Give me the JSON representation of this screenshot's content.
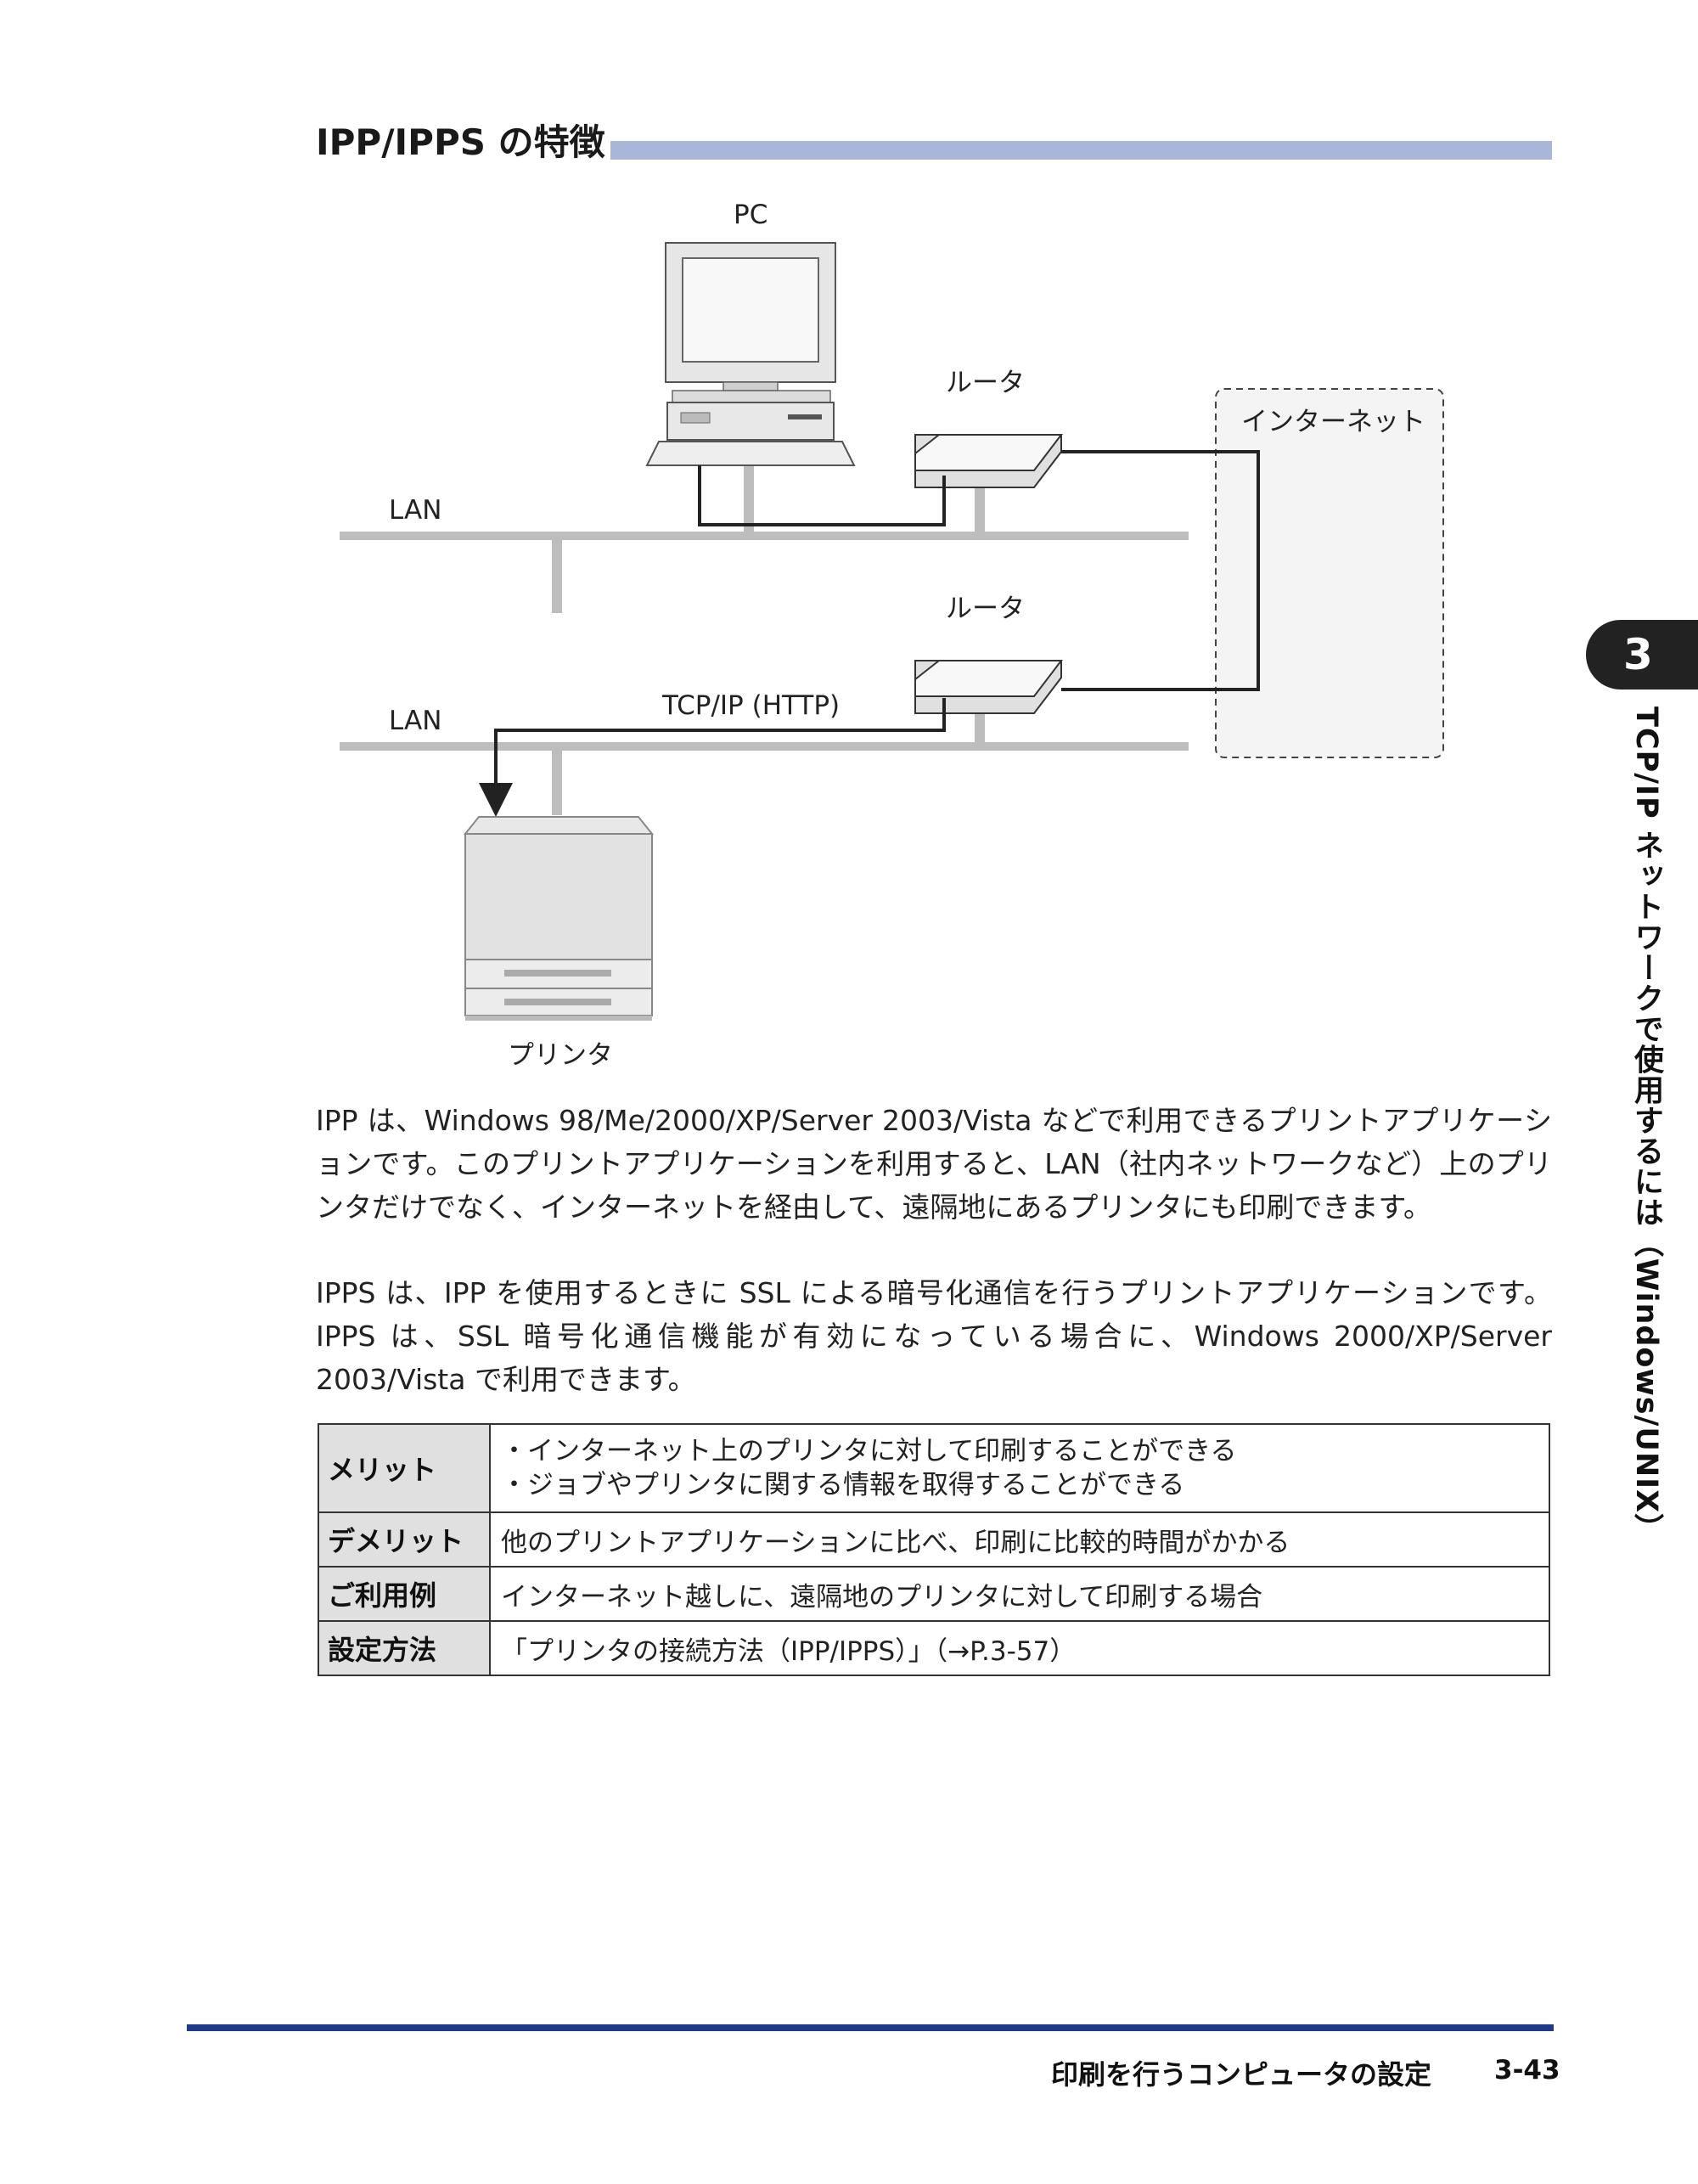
{
  "section": {
    "title": "IPP/IPPS の特徴"
  },
  "diagram": {
    "pc_label": "PC",
    "router_label_1": "ルータ",
    "router_label_2": "ルータ",
    "internet_label": "インターネット",
    "lan_label_1": "LAN",
    "lan_label_2": "LAN",
    "protocol_label": "TCP/IP (HTTP)",
    "printer_label": "プリンタ"
  },
  "paragraphs": [
    "IPP は、Windows 98/Me/2000/XP/Server 2003/Vista などで利用できるプリントアプリケーションです。このプリントアプリケーションを利用すると、LAN（社内ネットワークなど）上のプリンタだけでなく、インターネットを経由して、遠隔地にあるプリンタにも印刷できます。",
    "IPPS は、IPP を使用するときに SSL による暗号化通信を行うプリントアプリケーションです。IPPS は、SSL 暗号化通信機能が有効になっている場合に、Windows 2000/XP/Server 2003/Vista で利用できます。"
  ],
  "table": {
    "rows": [
      {
        "header": "メリット",
        "lines": [
          "・インターネット上のプリンタに対して印刷することができる",
          "・ジョブやプリンタに関する情報を取得することができる"
        ]
      },
      {
        "header": "デメリット",
        "lines": [
          "他のプリントアプリケーションに比べ、印刷に比較的時間がかかる"
        ]
      },
      {
        "header": "ご利用例",
        "lines": [
          "インターネット越しに、遠隔地のプリンタに対して印刷する場合"
        ]
      },
      {
        "header": "設定方法",
        "lines": [
          "「プリンタの接続方法（IPP/IPPS）」（→P.3-57）"
        ]
      }
    ]
  },
  "chapter": {
    "number": "3",
    "title": "TCP/IP ネットワークで使用するには（Windows/UNIX）"
  },
  "footer": {
    "title": "印刷を行うコンピュータの設定",
    "page": "3-43"
  }
}
